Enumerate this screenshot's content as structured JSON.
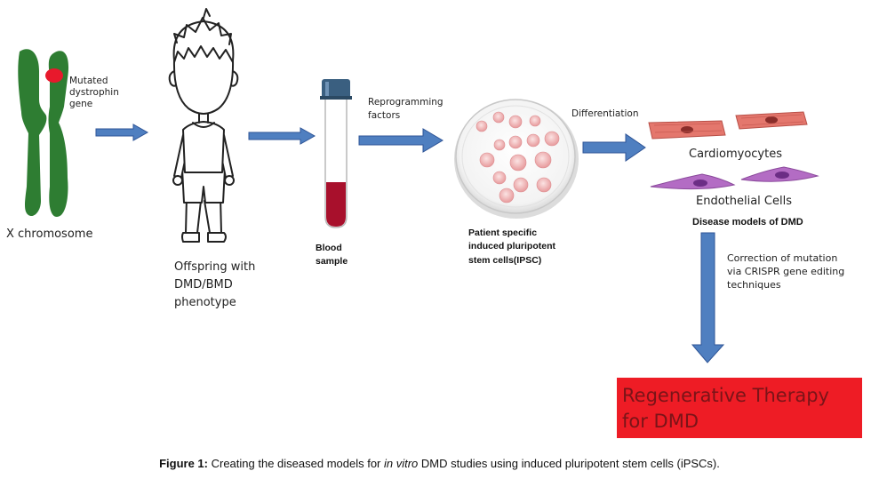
{
  "labels": {
    "mutated_gene": [
      "Mutated",
      "dystrophin",
      "gene"
    ],
    "x_chromosome": "X chromosome",
    "offspring": [
      "Offspring with",
      "DMD/BMD",
      "phenotype"
    ],
    "blood_sample": [
      "Blood",
      "sample"
    ],
    "reprogramming": [
      "Reprogramming",
      "factors"
    ],
    "ipsc": [
      "Patient specific",
      "induced pluripotent",
      "stem cells(IPSC)"
    ],
    "differentiation": "Differentiation",
    "cardiomyocytes": "Cardiomyocytes",
    "endothelial": "Endothelial Cells",
    "disease_models": "Disease models of DMD",
    "correction": [
      "Correction of mutation",
      "via CRISPR gene editing",
      "techniques"
    ],
    "therapy": [
      "Regenerative Therapy",
      "for DMD"
    ]
  },
  "caption": {
    "prefix": "Figure 1:",
    "part1": " Creating the diseased models for ",
    "italic": "in vitro",
    "part2": " DMD studies using induced pluripotent stem cells (iPSCs)."
  },
  "colors": {
    "chromosome": "#2e7d32",
    "mutation": "#e8192c",
    "arrow_fill": "#4f7fc0",
    "arrow_stroke": "#2f5597",
    "blood": "#a8102c",
    "tube_cap": "#3a5f80",
    "cardio": "#e4776d",
    "endothelial": "#b36cc4",
    "therapy_box": "#ee1c25"
  }
}
